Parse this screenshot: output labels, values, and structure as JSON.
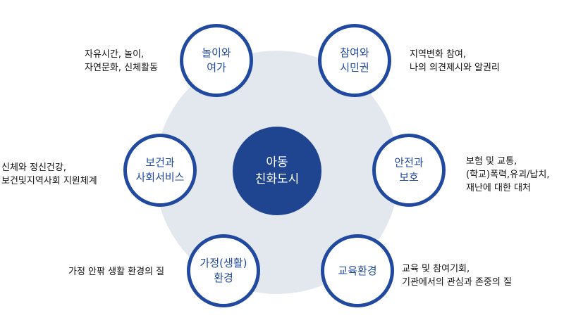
{
  "center": {
    "line1": "아동",
    "line2": "친화도시"
  },
  "nodes": [
    {
      "line1": "놀이와",
      "line2": "여가",
      "desc1": "자유시간, 놀이,",
      "desc2": "자연문화, 신체활동"
    },
    {
      "line1": "참여와",
      "line2": "시민권",
      "desc1": "지역변화 참여,",
      "desc2": "나의 의견제시와 알권리"
    },
    {
      "line1": "보건과",
      "line2": "사회서비스",
      "desc1": "신체와 정신건강,",
      "desc2": "보건및지역사회 지원체계"
    },
    {
      "line1": "안전과",
      "line2": "보호",
      "desc1": "보험 및 교통,",
      "desc2": "(학교)폭력,유괴/납치,",
      "desc3": "재난에 대한 대처"
    },
    {
      "line1": "가정(생활)",
      "line2": "환경",
      "desc1": "가정 안팎 생활 환경의 질"
    },
    {
      "line1": "교육환경",
      "desc1": "교육 및 참여기회,",
      "desc2": "기관에서의 관심과 존중의 질"
    }
  ],
  "colors": {
    "primary": "#1f4590",
    "ring": "#2149a0",
    "background_circle": "#e3e7ee"
  }
}
